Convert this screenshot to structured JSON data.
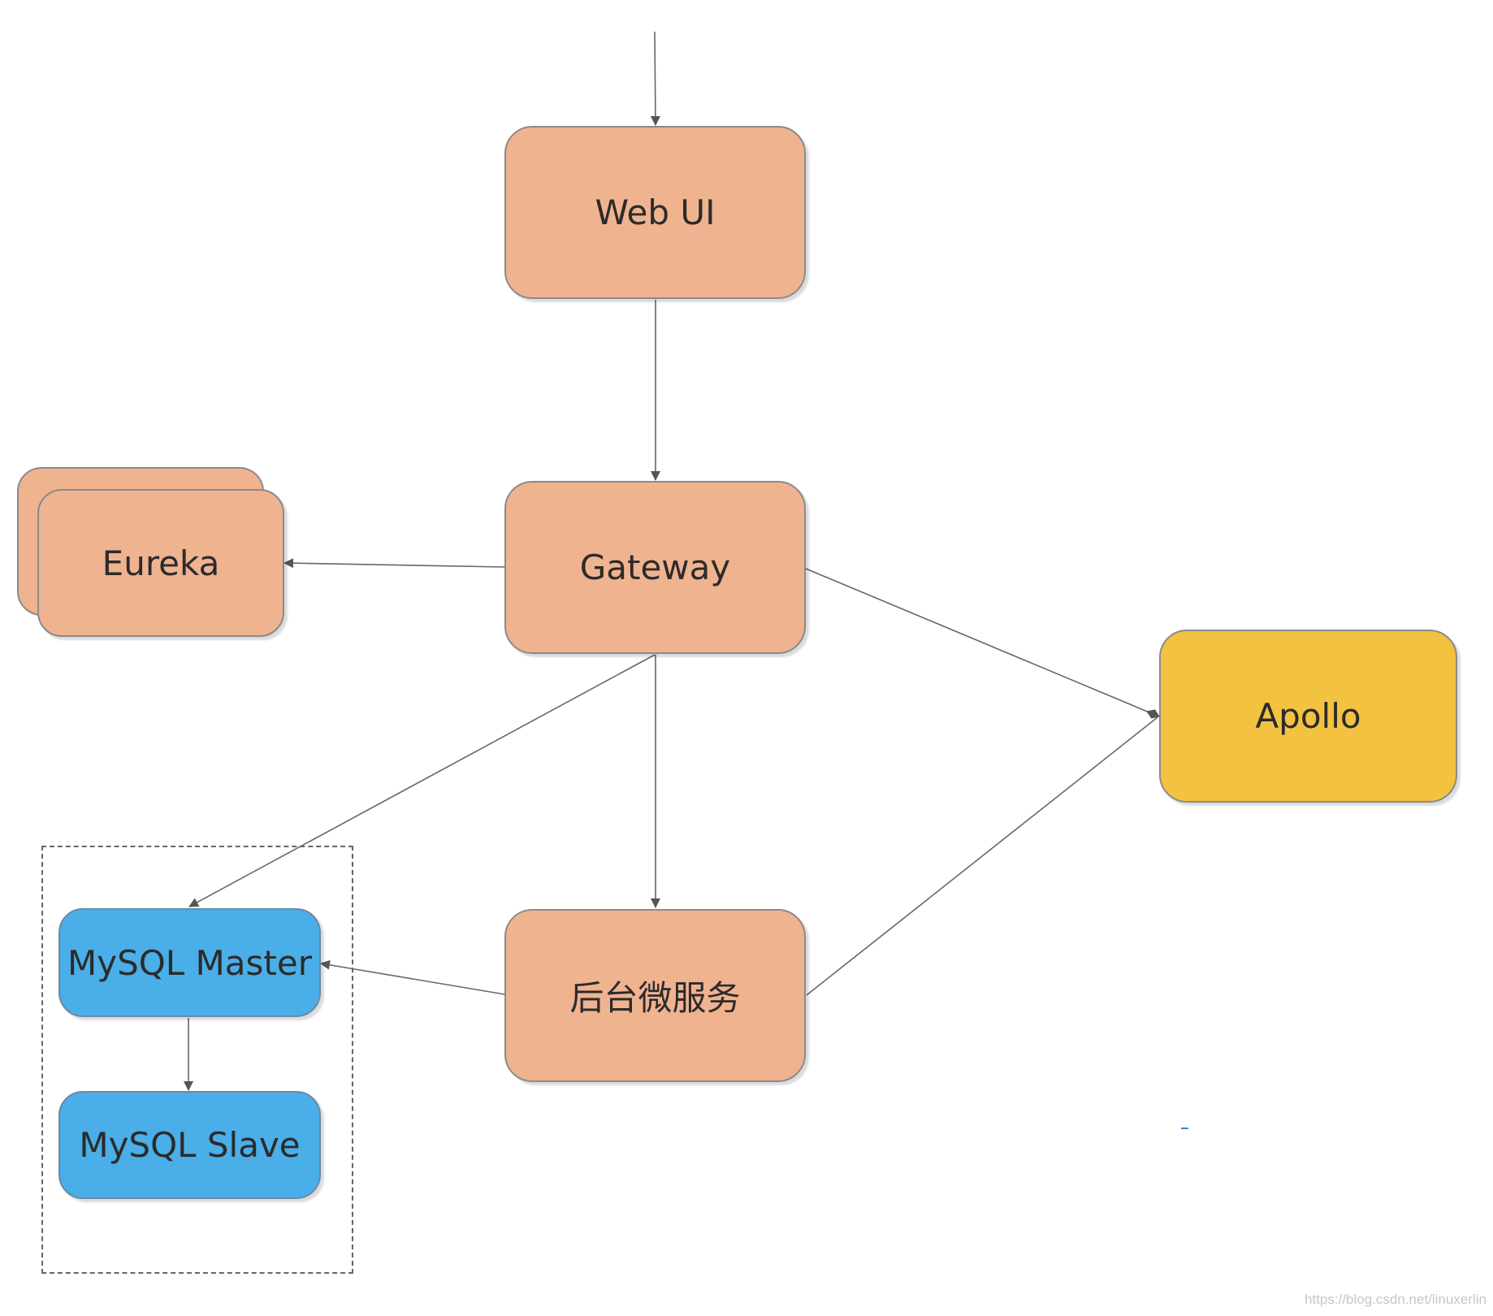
{
  "nodes": {
    "web_ui": "Web UI",
    "gateway": "Gateway",
    "eureka": "Eureka",
    "apollo": "Apollo",
    "backend": "后台微服务",
    "mysql_master": "MySQL Master",
    "mysql_slave": "MySQL Slave"
  },
  "edges": [
    {
      "from": "entry",
      "to": "web_ui"
    },
    {
      "from": "web_ui",
      "to": "gateway"
    },
    {
      "from": "gateway",
      "to": "eureka"
    },
    {
      "from": "gateway",
      "to": "apollo"
    },
    {
      "from": "gateway",
      "to": "mysql_master"
    },
    {
      "from": "gateway",
      "to": "backend"
    },
    {
      "from": "backend",
      "to": "mysql_master"
    },
    {
      "from": "backend",
      "to": "apollo"
    },
    {
      "from": "mysql_master",
      "to": "mysql_slave"
    }
  ],
  "colors": {
    "service_node": "#f0b38f",
    "config_node": "#f4c241",
    "database_node": "#4aaee8",
    "edge": "#666666",
    "background": "#ffffff"
  },
  "watermark": "https://blog.csdn.net/linuxerlin"
}
